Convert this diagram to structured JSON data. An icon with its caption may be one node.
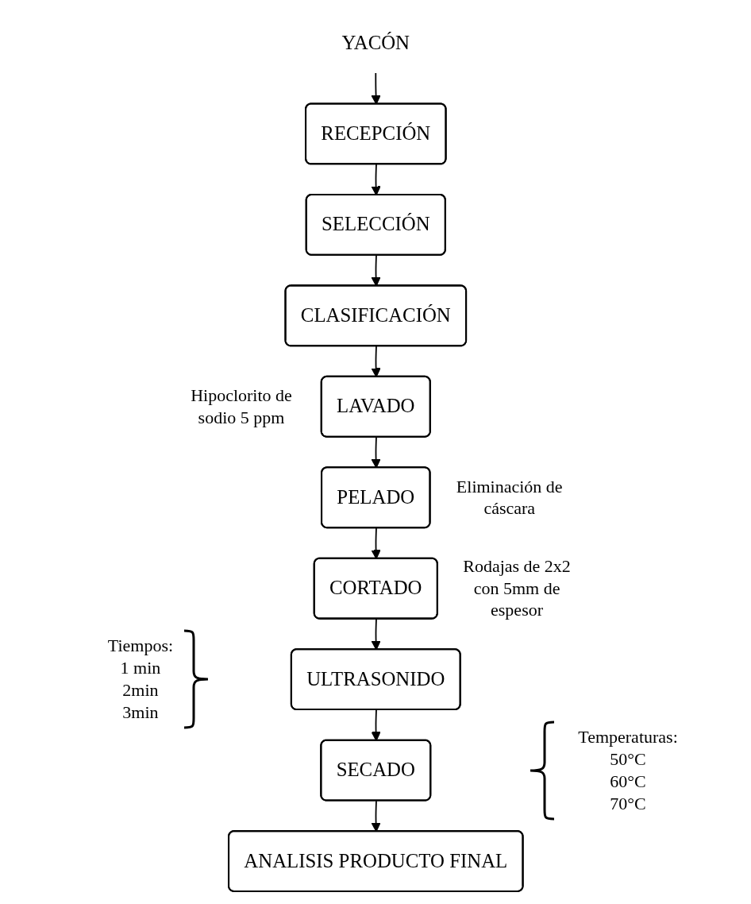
{
  "diagram": {
    "nodes": [
      {
        "text": [
          "YACÓN"
        ]
      },
      {
        "text": [
          "RECEPCIÓN"
        ]
      },
      {
        "text": [
          "SELECCIÓN"
        ]
      },
      {
        "text": [
          "CLASIFICACIÓN"
        ]
      },
      {
        "text": [
          "LAVADO"
        ],
        "beside": [
          "Hipoclorito de sodio 5 ppm"
        ]
      },
      {
        "text": [
          "PELADO"
        ],
        "beside": [
          "Eliminación de cáscara"
        ]
      },
      {
        "text": [
          "CORTADO"
        ],
        "beside": [
          "Rodajas de 2x2 con 5mm de espesor"
        ]
      },
      {
        "text": [
          "ULTRASONIDO"
        ],
        "beside": [
          "Tiempos:",
          "1 min",
          "2min",
          "3min"
        ]
      },
      {
        "text": [
          "SECADO"
        ],
        "beside": [
          "Temperaturas:",
          "50°C",
          "60°C",
          "70°C"
        ]
      },
      {
        "text": [
          "ANALISIS PRODUCTO FINAL"
        ]
      }
    ],
    "edges": [
      {
        "from": 0,
        "to": 1,
        "arrow": "to"
      },
      {
        "from": 1,
        "to": 2,
        "arrow": "to"
      },
      {
        "from": 2,
        "to": 3,
        "arrow": "to"
      },
      {
        "from": 3,
        "to": 4,
        "arrow": "to"
      },
      {
        "from": 4,
        "to": 5,
        "arrow": "to"
      },
      {
        "from": 5,
        "to": 6,
        "arrow": "to"
      },
      {
        "from": 6,
        "to": 7,
        "arrow": "to"
      },
      {
        "from": 7,
        "to": 8,
        "arrow": "to"
      },
      {
        "from": 8,
        "to": 9,
        "arrow": "to"
      }
    ]
  }
}
